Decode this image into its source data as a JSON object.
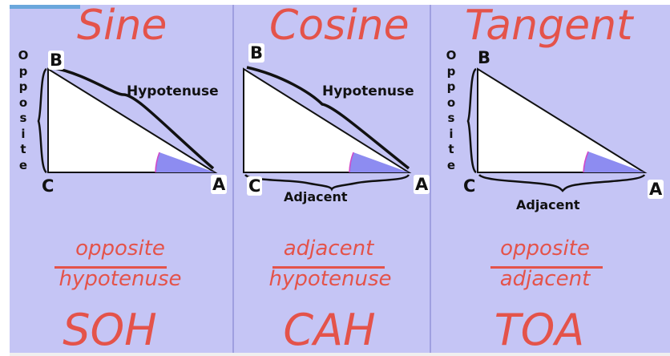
{
  "panels": [
    {
      "title": "Sine",
      "labels": {
        "top": "B",
        "right": "A",
        "corner": "C"
      },
      "sides": {
        "long": "Hypotenuse",
        "vertical": "Opposite"
      },
      "fraction": {
        "numerator": "opposite",
        "denominator": "hypotenuse"
      },
      "mnemonic": "SOH"
    },
    {
      "title": "Cosine",
      "labels": {
        "top": "B",
        "right": "A",
        "corner": "C"
      },
      "sides": {
        "long": "Hypotenuse",
        "bottom": "Adjacent"
      },
      "fraction": {
        "numerator": "adjacent",
        "denominator": "hypotenuse"
      },
      "mnemonic": "CAH"
    },
    {
      "title": "Tangent",
      "labels": {
        "top": "B",
        "right": "A",
        "corner": "C"
      },
      "sides": {
        "vertical": "Opposite",
        "bottom": "Adjacent"
      },
      "fraction": {
        "numerator": "opposite",
        "denominator": "adjacent"
      },
      "mnemonic": "TOA"
    }
  ],
  "colors": {
    "background": "#c5c5f5",
    "title": "#e4534a",
    "angle_fill": "#8d8cf1",
    "angle_arc": "#d049c9"
  }
}
